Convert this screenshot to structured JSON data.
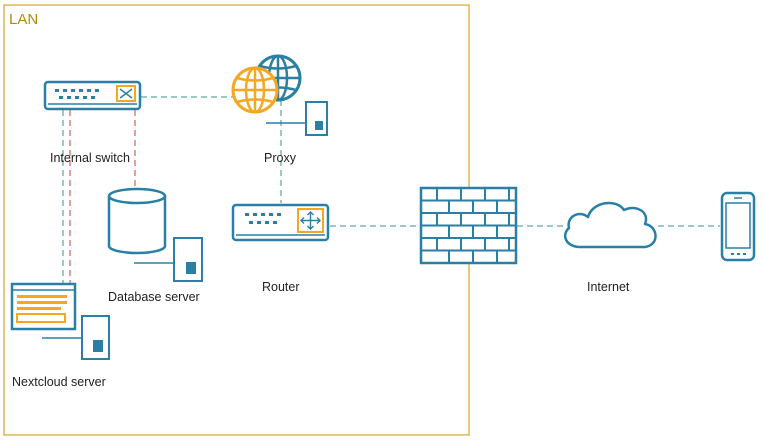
{
  "lan": {
    "label": "LAN"
  },
  "nodes": {
    "internal_switch": {
      "label": "Internal switch"
    },
    "proxy": {
      "label": "Proxy"
    },
    "database_server": {
      "label": "Database server"
    },
    "router": {
      "label": "Router"
    },
    "nextcloud_server": {
      "label": "Nextcloud server"
    },
    "internet": {
      "label": "Internet"
    }
  },
  "colors": {
    "lan_border": "#d4a82a",
    "device_blue": "#2a7fa5",
    "accent_orange": "#f5a623",
    "link_teal": "#3a9485",
    "link_red": "#d33c3c"
  },
  "icons": {
    "internal_switch": "network-switch-icon",
    "proxy": "proxy-globe-icon",
    "database_server": "database-icon",
    "router": "router-icon",
    "nextcloud_server": "web-app-icon",
    "firewall": "firewall-icon",
    "internet": "cloud-icon",
    "mobile": "smartphone-icon"
  }
}
